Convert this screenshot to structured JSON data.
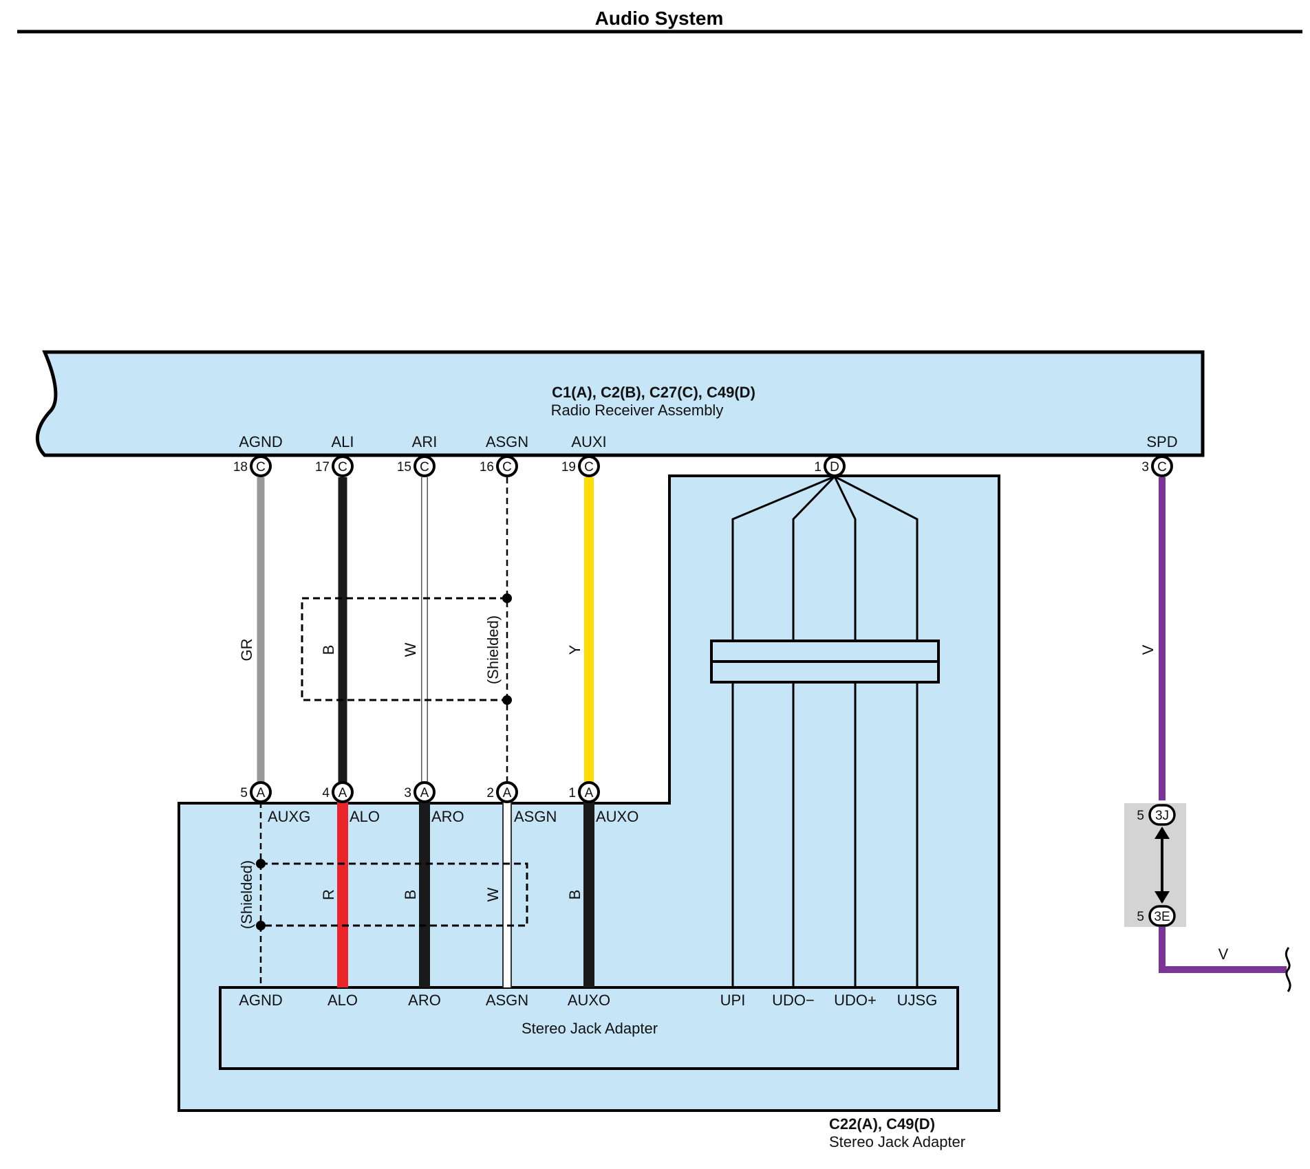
{
  "page": {
    "title": "Audio System"
  },
  "colors": {
    "fill": "#c6e6f8",
    "GR": "#999999",
    "B": "#1a1a1a",
    "W": "#ffffff",
    "Y": "#ffdd00",
    "R": "#e8262c",
    "V": "#7a3596",
    "splice_bg": "#d4d4d4"
  },
  "radio": {
    "connectors": "C1(A), C2(B), C27(C), C49(D)",
    "name": "Radio Receiver Assembly"
  },
  "adapter": {
    "connectors": "C22(A), C49(D)",
    "name": "Stereo Jack Adapter",
    "inner_name": "Stereo Jack Adapter"
  },
  "radio_pins": [
    {
      "signal": "AGND",
      "pin": "18",
      "conn": "C"
    },
    {
      "signal": "ALI",
      "pin": "17",
      "conn": "C"
    },
    {
      "signal": "ARI",
      "pin": "15",
      "conn": "C"
    },
    {
      "signal": "ASGN",
      "pin": "16",
      "conn": "C"
    },
    {
      "signal": "AUXI",
      "pin": "19",
      "conn": "C"
    },
    {
      "signal": "",
      "pin": "1",
      "conn": "D"
    },
    {
      "signal": "SPD",
      "pin": "3",
      "conn": "C"
    }
  ],
  "upper_wires": [
    {
      "color": "GR",
      "label": "GR"
    },
    {
      "color": "B",
      "label": "B"
    },
    {
      "color": "W",
      "label": "W"
    },
    {
      "color": "shielded",
      "label": "(Shielded)"
    },
    {
      "color": "Y",
      "label": "Y"
    },
    {
      "color": "V",
      "label": "V"
    }
  ],
  "adapter_pins": [
    {
      "pin": "5",
      "conn": "A",
      "signal": "AUXG"
    },
    {
      "pin": "4",
      "conn": "A",
      "signal": "ALO"
    },
    {
      "pin": "3",
      "conn": "A",
      "signal": "ARO"
    },
    {
      "pin": "2",
      "conn": "A",
      "signal": "ASGN"
    },
    {
      "pin": "1",
      "conn": "A",
      "signal": "AUXO"
    }
  ],
  "lower_wires": [
    {
      "color": "shielded",
      "label": "(Shielded)"
    },
    {
      "color": "R",
      "label": "R"
    },
    {
      "color": "B",
      "label": "B"
    },
    {
      "color": "W",
      "label": "W"
    },
    {
      "color": "B",
      "label": "B"
    }
  ],
  "inner_terminals": [
    "AGND",
    "ALO",
    "ARO",
    "ASGN",
    "AUXO",
    "UPI",
    "UDO−",
    "UDO+",
    "UJSG"
  ],
  "splice": {
    "top": {
      "pin": "5",
      "id": "3J"
    },
    "bottom": {
      "pin": "5",
      "id": "3E"
    },
    "out_label": "V"
  }
}
